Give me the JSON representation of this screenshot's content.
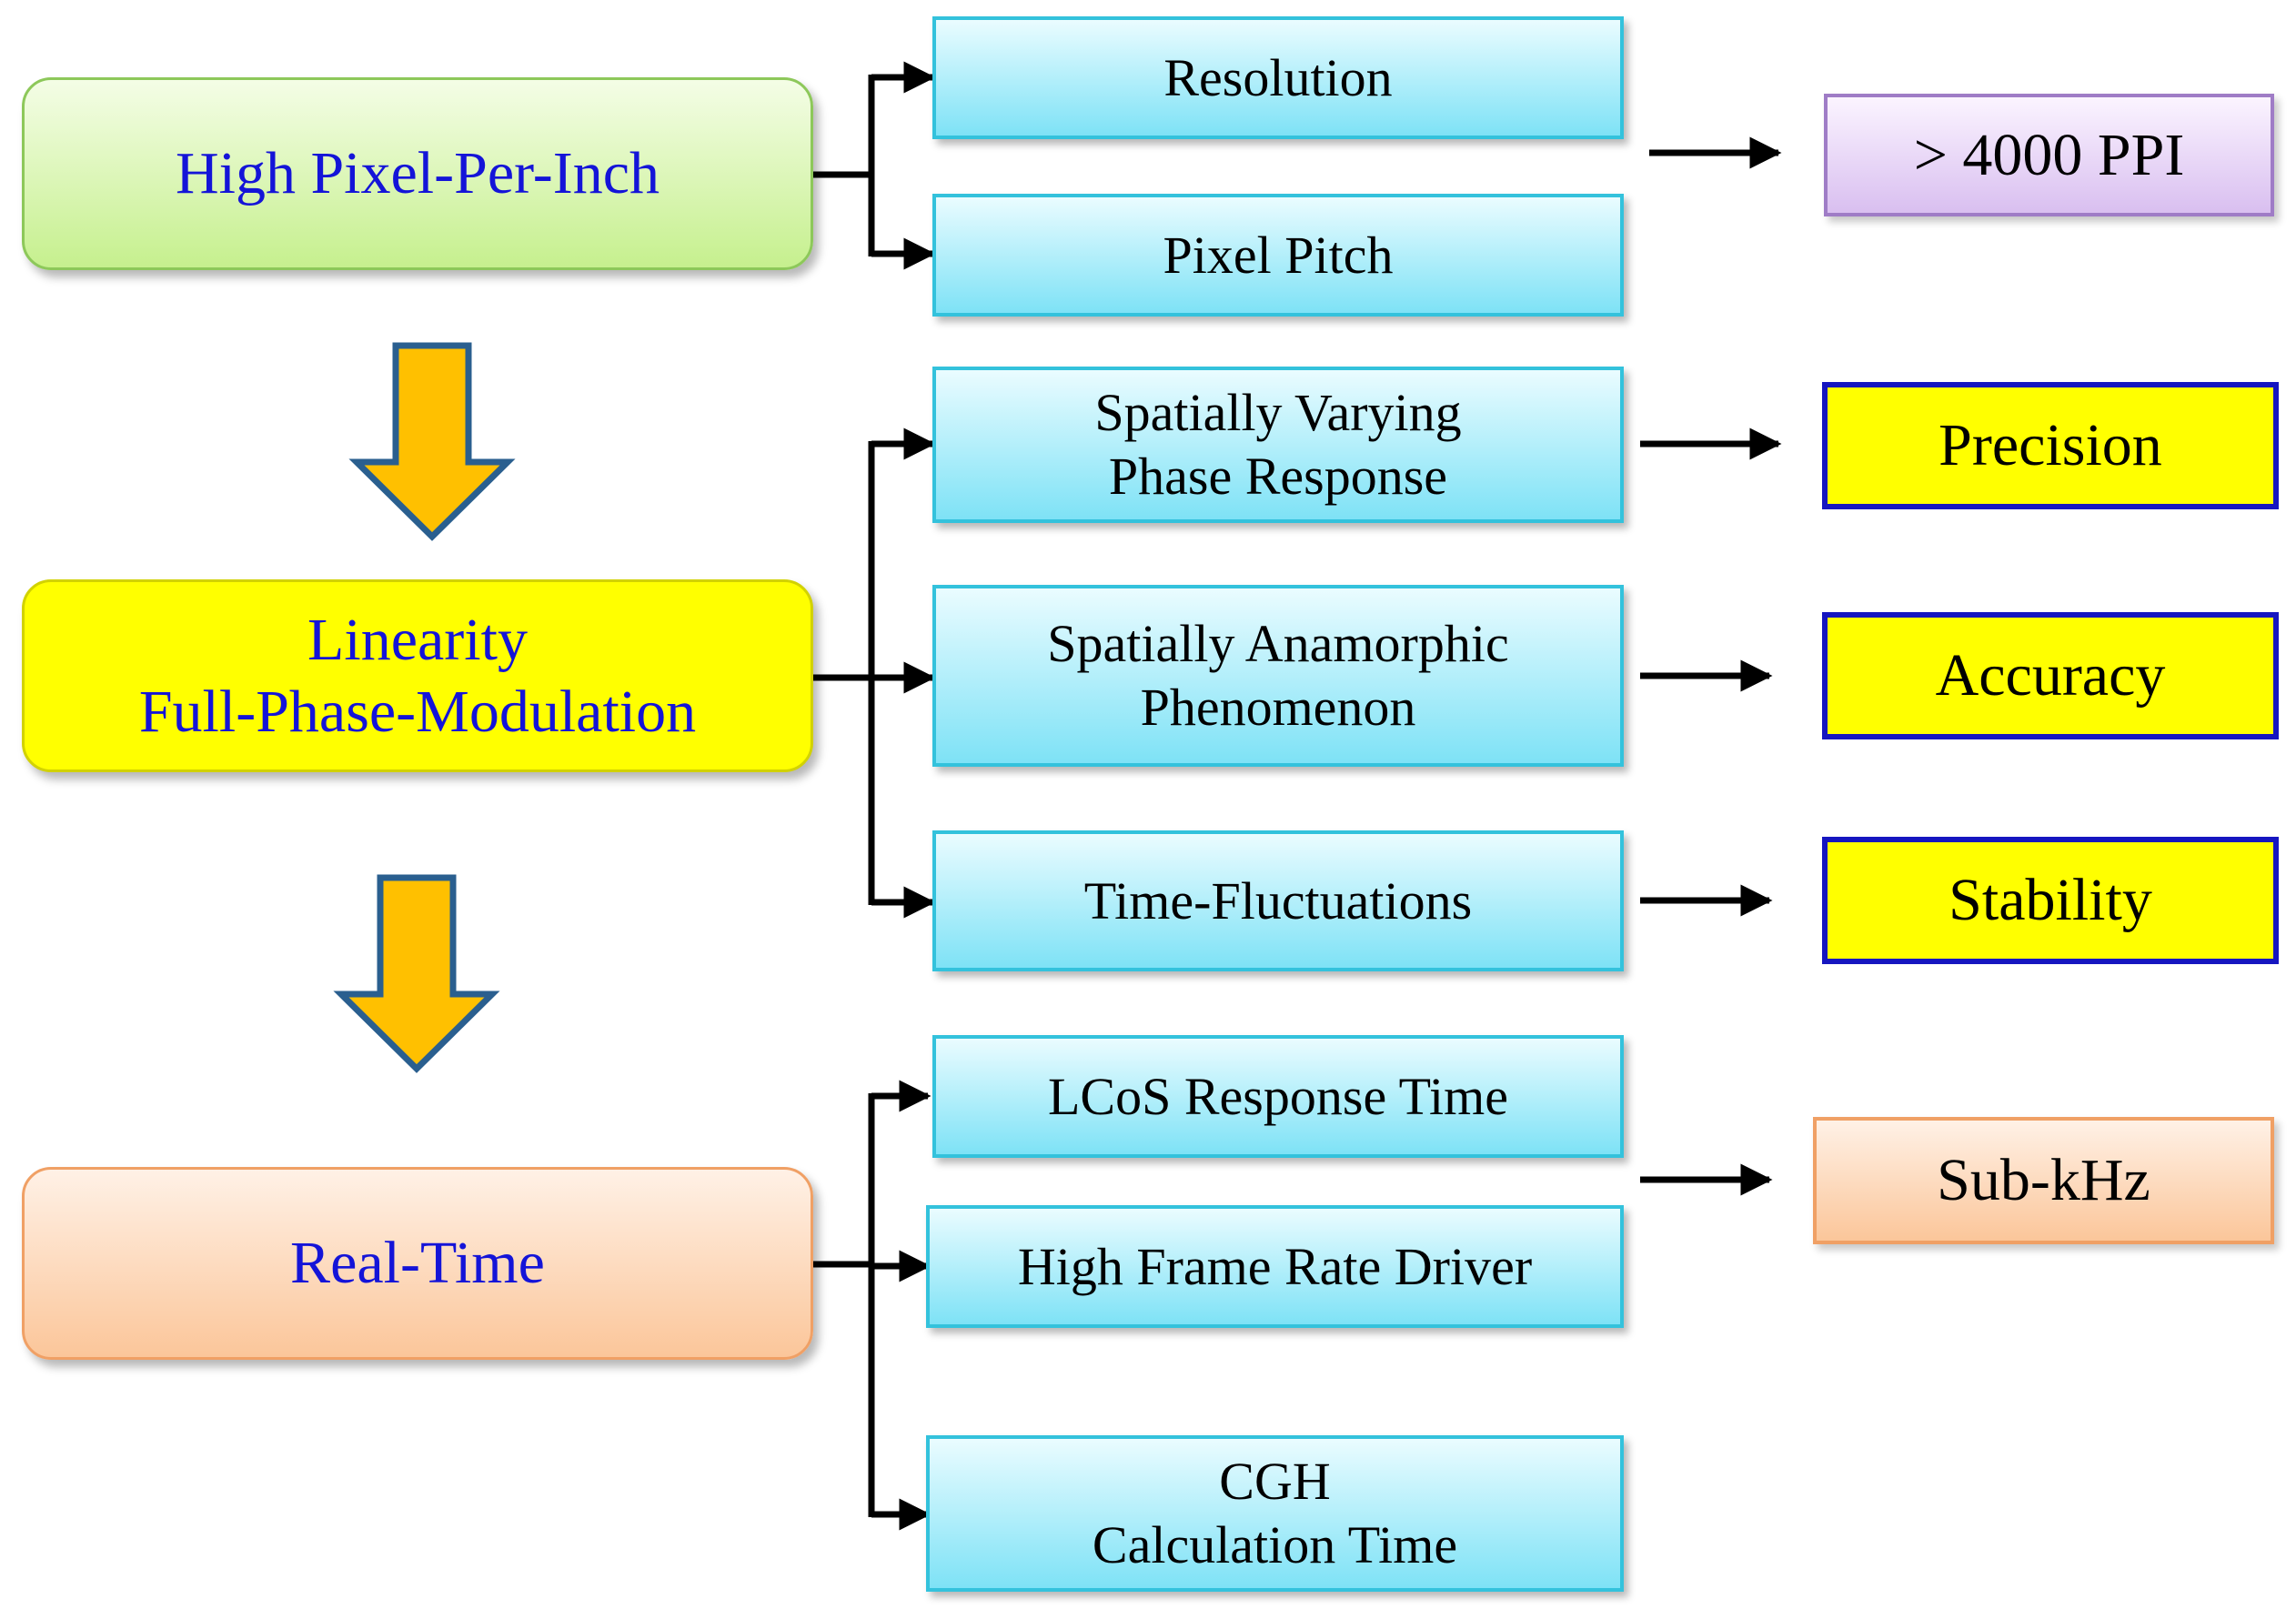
{
  "categories": {
    "high_ppi": {
      "label": "High Pixel-Per-Inch"
    },
    "linearity": {
      "line1": "Linearity",
      "line2": "Full-Phase-Modulation"
    },
    "real_time": {
      "label": "Real-Time"
    }
  },
  "factors": {
    "resolution": {
      "label": "Resolution"
    },
    "pixel_pitch": {
      "label": "Pixel Pitch"
    },
    "spatially_varying": {
      "line1": "Spatially Varying",
      "line2": "Phase Response"
    },
    "spatially_anamorphic": {
      "line1": "Spatially Anamorphic",
      "line2": "Phenomenon"
    },
    "time_fluctuations": {
      "label": "Time-Fluctuations"
    },
    "lcos_response": {
      "label": "LCoS Response Time"
    },
    "high_frame_rate": {
      "label": "High Frame Rate Driver"
    },
    "cgh": {
      "line1": "CGH",
      "line2": "Calculation Time"
    }
  },
  "outcomes": {
    "ppi": {
      "label": "> 4000 PPI"
    },
    "precision": {
      "label": "Precision"
    },
    "accuracy": {
      "label": "Accuracy"
    },
    "stability": {
      "label": "Stability"
    },
    "sub_khz": {
      "label": "Sub-kHz"
    }
  },
  "colors": {
    "category_text": "#1414d8",
    "factor_fill": "#7ee2f6",
    "factor_border": "#33c2dc",
    "down_arrow_fill": "#ffc000",
    "down_arrow_stroke": "#2a5f8f",
    "outcome_yellow_fill": "#ffff00",
    "outcome_yellow_border": "#1616c0",
    "outcome_purple_fill": "#d9bff0",
    "outcome_orange_fill": "#fbc69a",
    "connector": "#000000"
  }
}
